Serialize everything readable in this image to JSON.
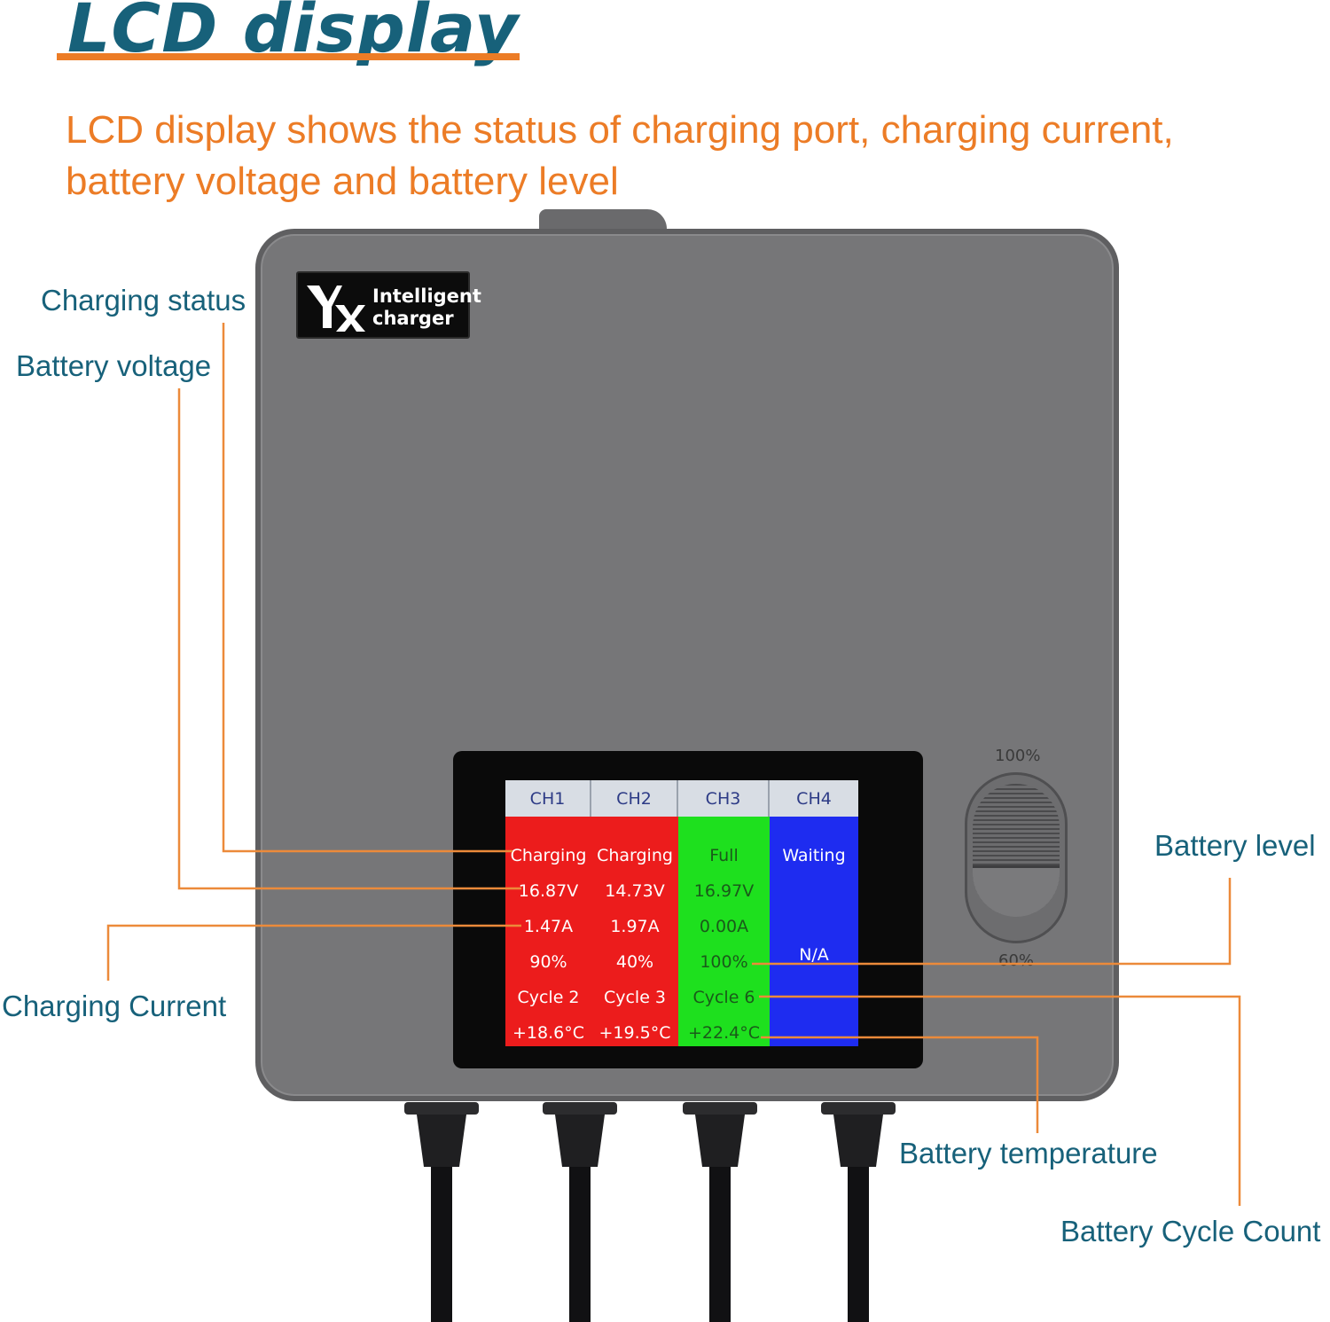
{
  "header": {
    "title": "LCD display",
    "subtitle": "LCD display shows the status of charging port, charging current, battery voltage and battery level"
  },
  "logo": {
    "line1": "Intelligent",
    "line2": "charger"
  },
  "callouts": {
    "charging_status": "Charging status",
    "battery_voltage": "Battery voltage",
    "charging_current": "Charging Current",
    "battery_level": "Battery level",
    "battery_temperature": "Battery temperature",
    "battery_cycle_count": "Battery Cycle Count"
  },
  "dial": {
    "top_label": "100%",
    "bottom_label": "60%"
  },
  "channels": [
    {
      "name": "CH1",
      "color": "#ec1c1c",
      "status": "Charging",
      "voltage": "16.87V",
      "current": "1.47A",
      "level": "90%",
      "cycle": "Cycle 2",
      "temperature": "+18.6°C"
    },
    {
      "name": "CH2",
      "color": "#ec1c1c",
      "status": "Charging",
      "voltage": "14.73V",
      "current": "1.97A",
      "level": "40%",
      "cycle": "Cycle 3",
      "temperature": "+19.5°C"
    },
    {
      "name": "CH3",
      "color": "#1ee01e",
      "status": "Full",
      "voltage": "16.97V",
      "current": "0.00A",
      "level": "100%",
      "cycle": "Cycle 6",
      "temperature": "+22.4°C"
    },
    {
      "name": "CH4",
      "color": "#1e2cf0",
      "status": "Waiting",
      "na": "N/A"
    }
  ],
  "colors": {
    "title": "#17617a",
    "accent": "#ec7c26",
    "callout_text": "#17617a",
    "device_body": "#767678"
  }
}
